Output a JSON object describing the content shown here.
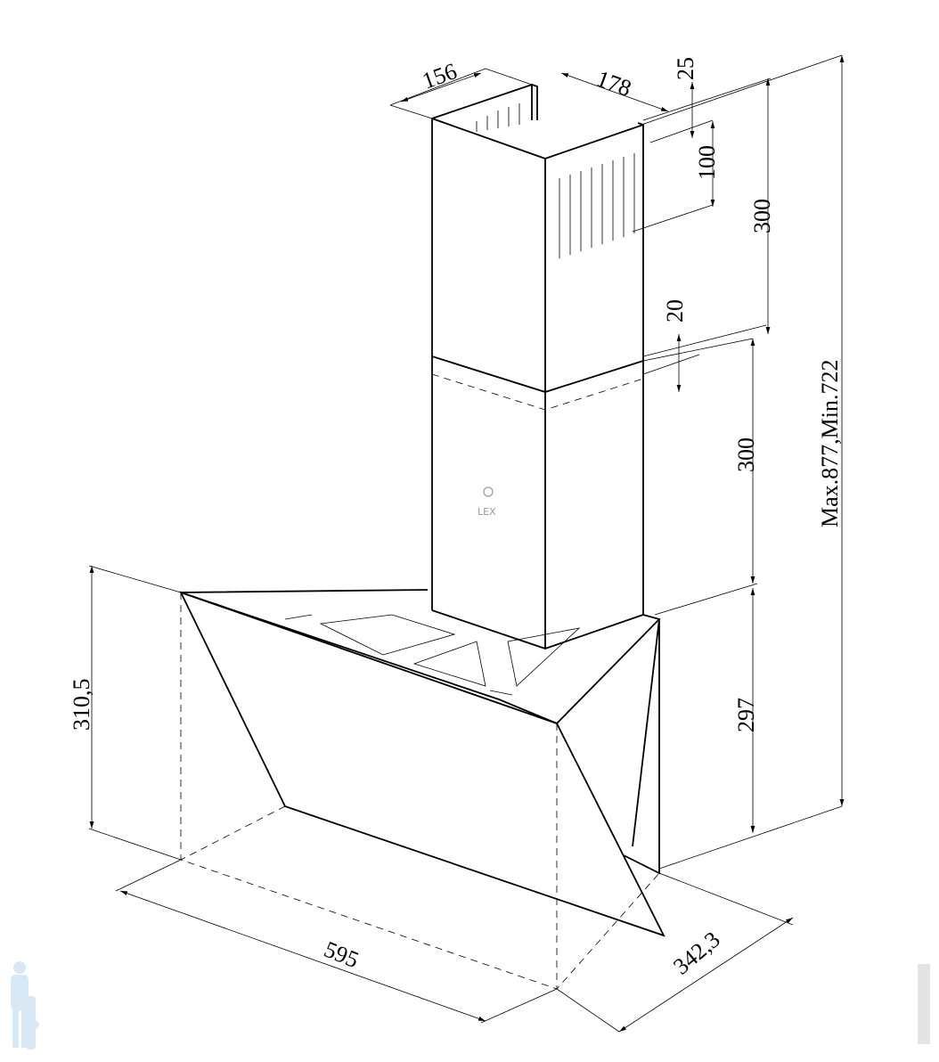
{
  "title": "Cooker hood dimension drawing",
  "brand_logo": "LEX",
  "dimensions": {
    "chimney_depth": "156",
    "chimney_width": "178",
    "top_offset": "25",
    "vent_slot_height": "100",
    "upper_chimney_height": "300",
    "overlap": "20",
    "lower_chimney_height": "300",
    "total_height": "Max.877,Min.722",
    "hood_height": "297",
    "glass_height": "310,5",
    "hood_width": "595",
    "hood_depth": "342,3"
  },
  "colors": {
    "line": "#000000",
    "mascot": "#cfe3f3"
  }
}
